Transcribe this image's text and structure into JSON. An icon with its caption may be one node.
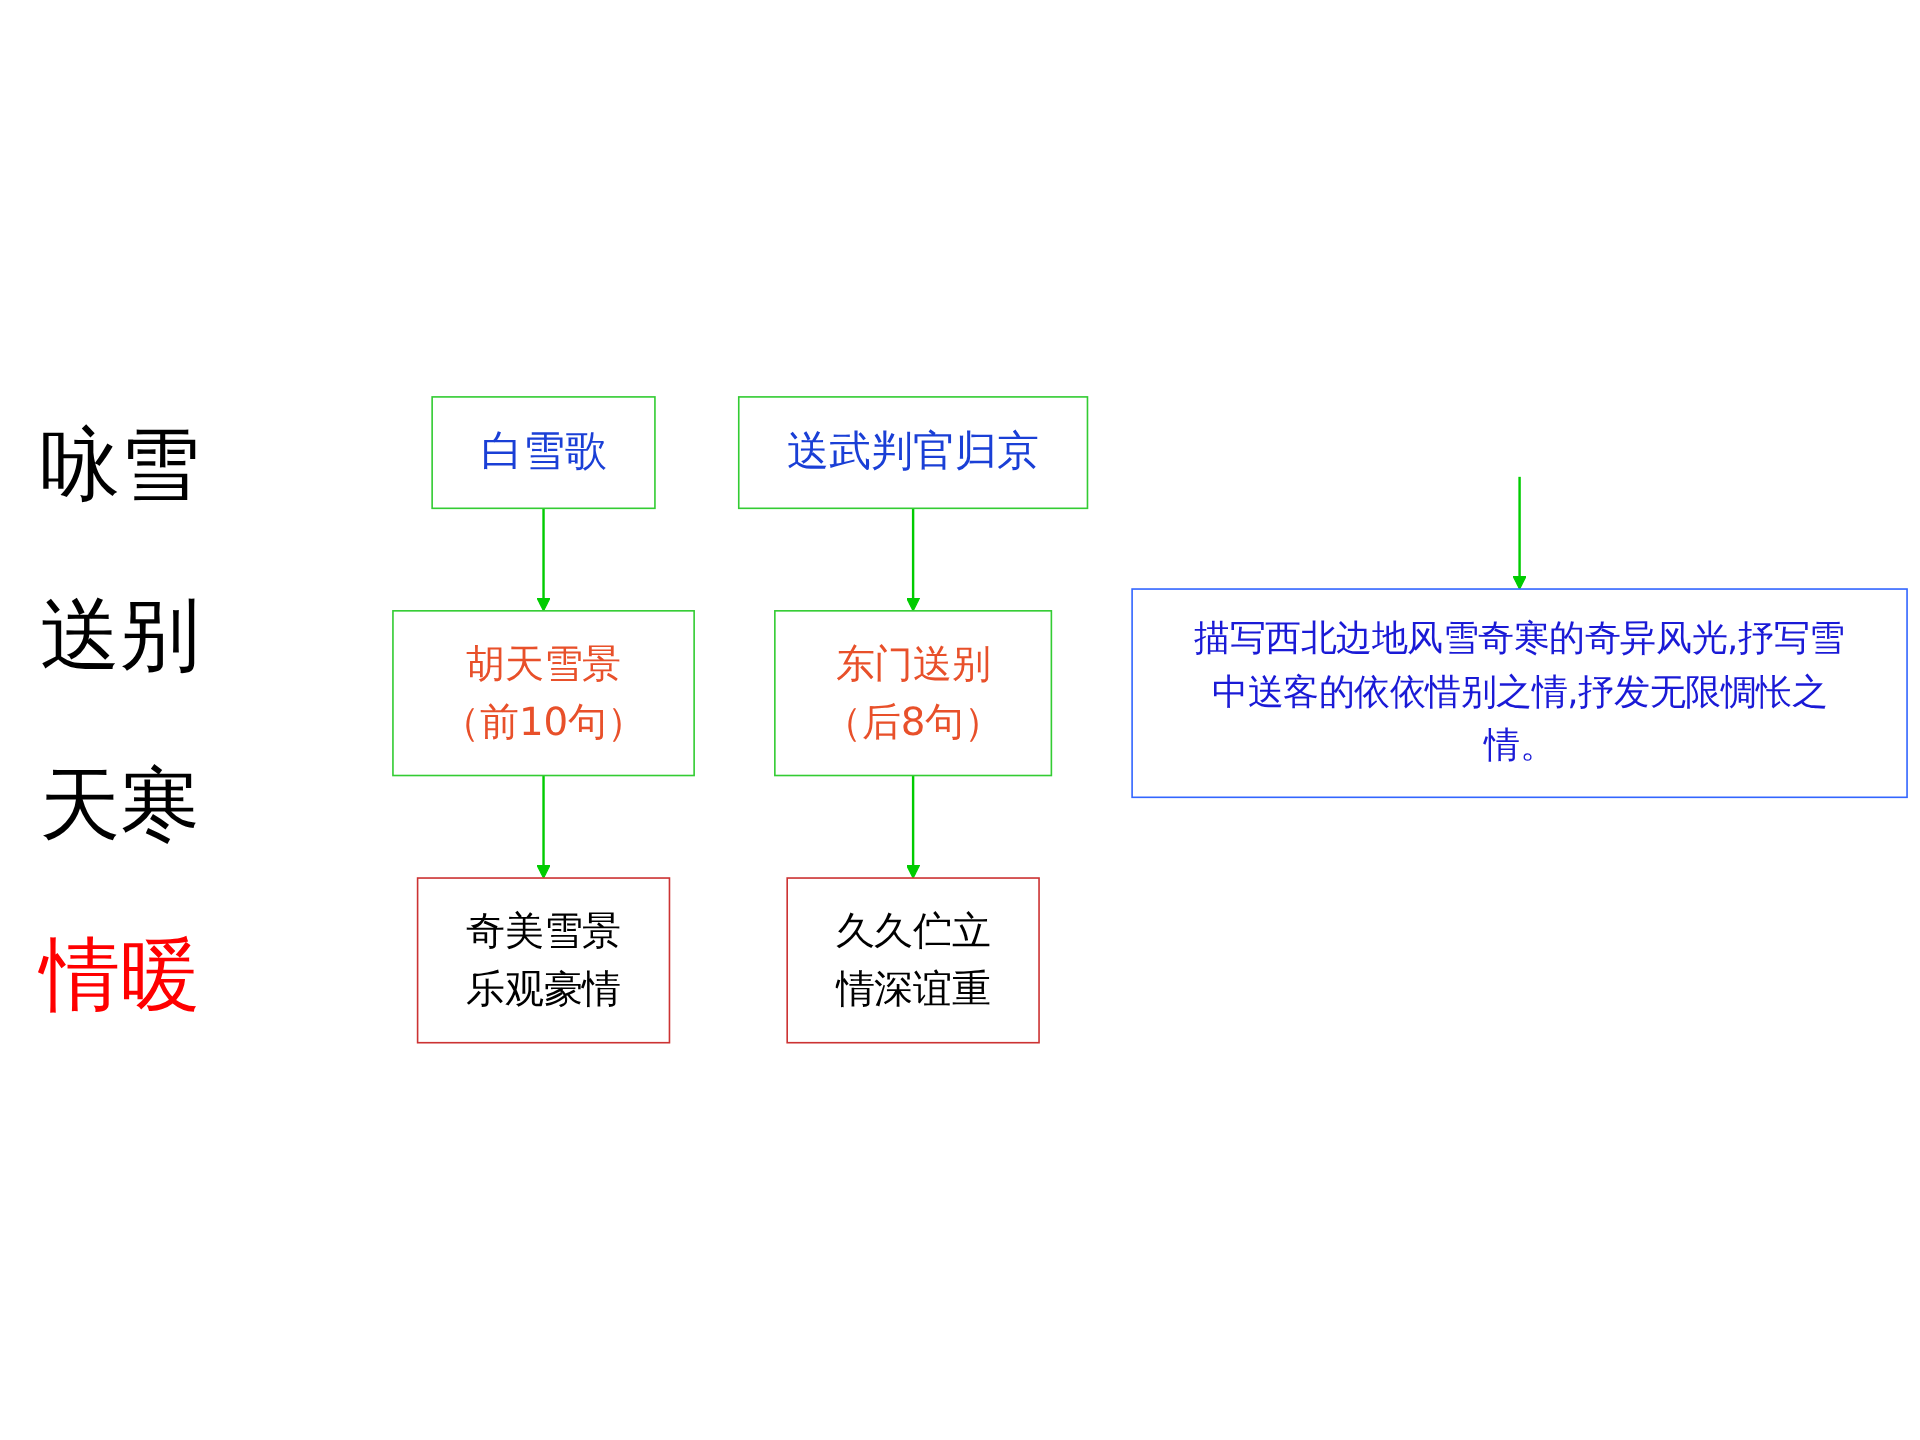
{
  "diagram": {
    "nodes": [
      {
        "text": [
          "白雪歌"
        ]
      },
      {
        "text": [
          "送武判官归京"
        ]
      },
      {
        "text": [
          "胡天雪景",
          "（前10句）"
        ]
      },
      {
        "text": [
          "东门送别",
          "（后8句）"
        ]
      },
      {
        "text": [
          "奇美雪景",
          "乐观豪情"
        ]
      },
      {
        "text": [
          "久久伫立",
          "情深谊重"
        ]
      },
      {
        "text": [
          "描写西北边地风雪奇寒的奇异风光,抒写雪中送客的依依惜别之情,抒发无限惆怅之情。"
        ]
      }
    ],
    "edges": [
      {
        "from": 0,
        "to": 2,
        "arrow": "to"
      },
      {
        "from": 1,
        "to": 3,
        "arrow": "to"
      },
      {
        "from": 2,
        "to": 4,
        "arrow": "to"
      },
      {
        "from": 3,
        "to": 5,
        "arrow": "to"
      },
      {
        "from": null,
        "to": 6,
        "arrow": "to"
      }
    ],
    "labels": [
      "咏雪",
      "送别",
      "天寒",
      "情暖"
    ]
  }
}
